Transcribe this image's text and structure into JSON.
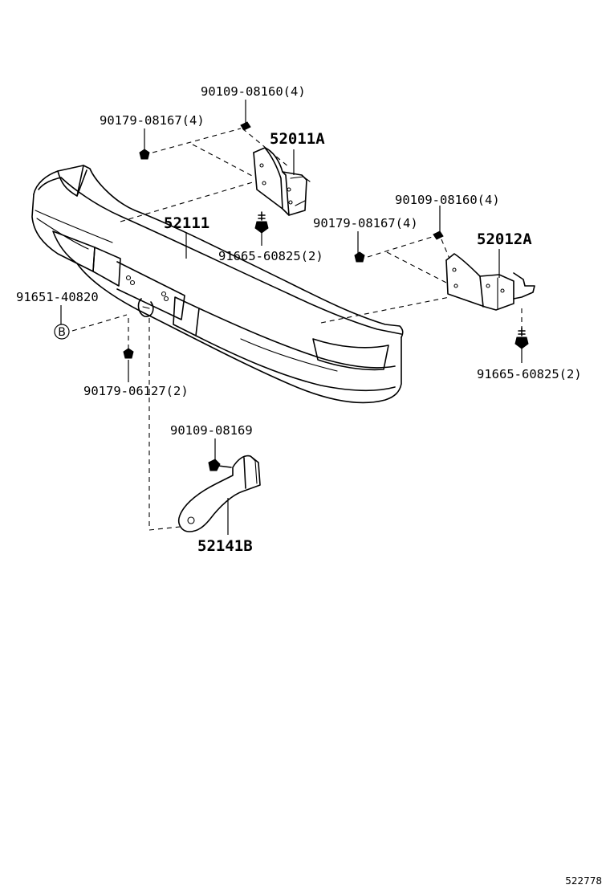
{
  "labels": {
    "p1": "90109-08160(4)",
    "p2": "90179-08167(4)",
    "p3": "52011A",
    "p4": "52111",
    "p5": "90109-08160(4)",
    "p6": "90179-08167(4)",
    "p7": "91665-60825(2)",
    "p8": "52012A",
    "p9": "91651-40820",
    "p10": "90179-06127(2)",
    "p11": "91665-60825(2)",
    "p12": "90109-08169",
    "p13": "52141B"
  },
  "callout_mark": "B",
  "figure_ref": "522778"
}
